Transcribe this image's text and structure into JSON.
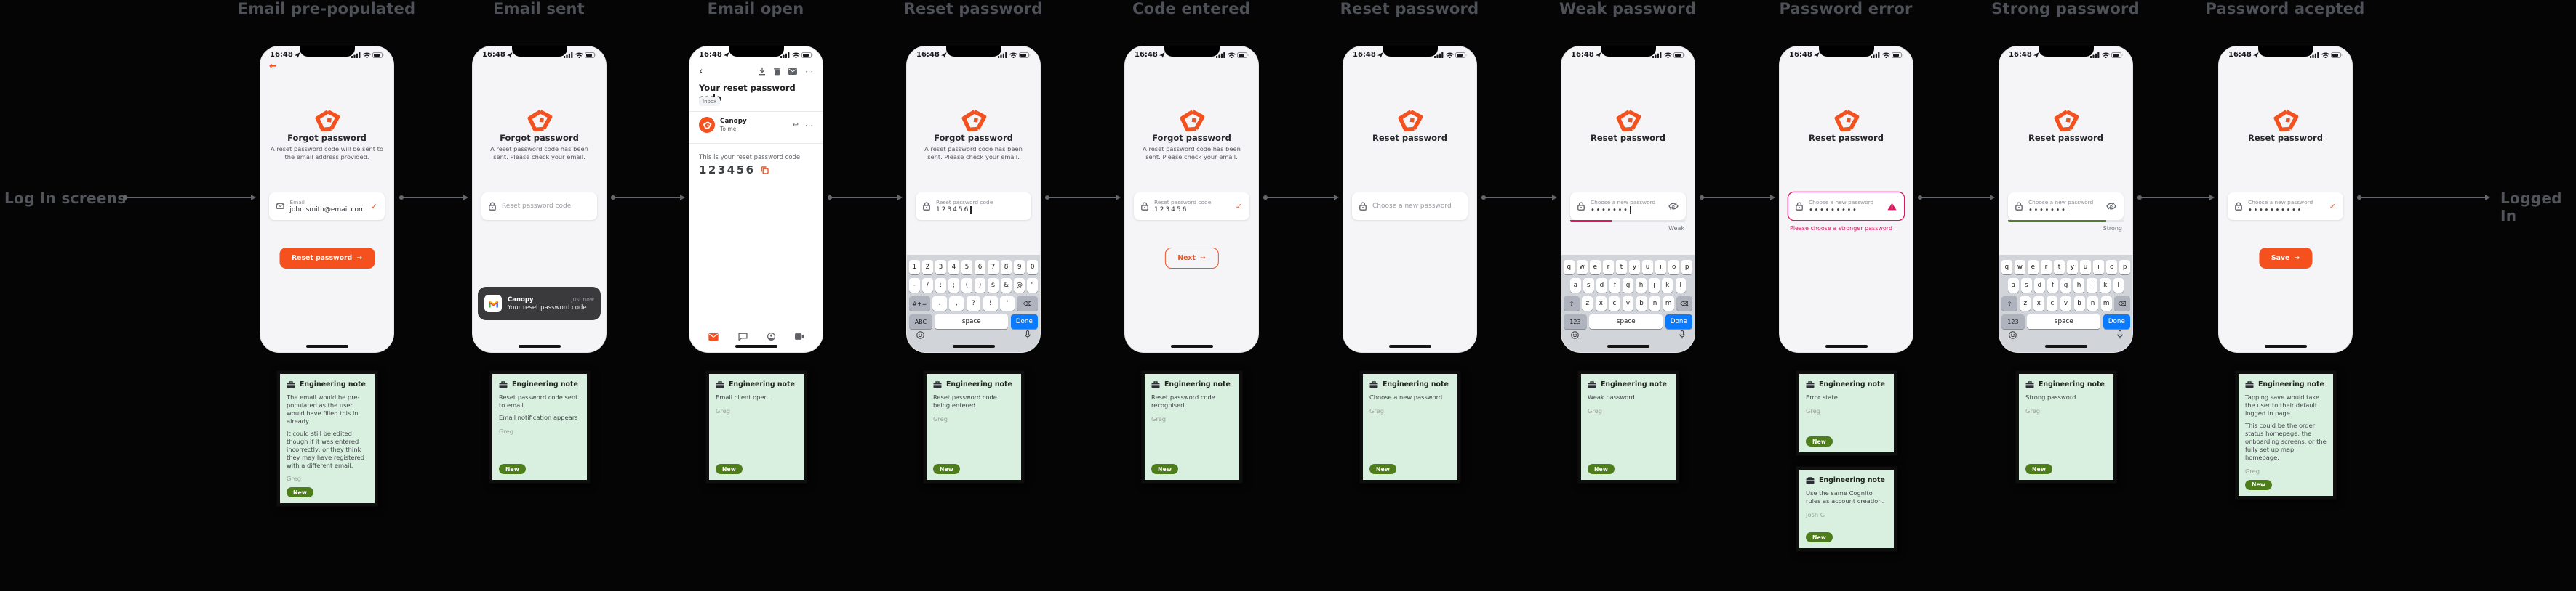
{
  "flow": {
    "left_label": "Log In screens",
    "right_label": "Logged In"
  },
  "common": {
    "status_time": "16:48",
    "note_header": "Engineering note",
    "badge_new": "New"
  },
  "icons": {
    "arrow": "→",
    "check": "✓",
    "back": "←",
    "chevron_left": "‹",
    "more": "⋯",
    "reply": "↩"
  },
  "colors": {
    "brand_orange": "#F4511E",
    "error_pink": "#D81B60",
    "strong_green": "#567D2E",
    "badge_green": "#4E7E1C",
    "note_bg": "#D9EFDF",
    "done_blue": "#0A7AFF",
    "toast_bg": "#3A3A3D"
  },
  "keyboards": {
    "symbols": {
      "rows": [
        [
          "1",
          "2",
          "3",
          "4",
          "5",
          "6",
          "7",
          "8",
          "9",
          "0"
        ],
        [
          "-",
          "/",
          ":",
          ";",
          "(",
          ")",
          "$",
          "&",
          "@",
          "\""
        ],
        [
          "#+=",
          ".",
          ",",
          "?",
          "!",
          "'",
          "⌫"
        ],
        [
          "ABC",
          "space",
          "Done"
        ]
      ]
    },
    "qwerty": {
      "rows": [
        [
          "q",
          "w",
          "e",
          "r",
          "t",
          "y",
          "u",
          "i",
          "o",
          "p"
        ],
        [
          "a",
          "s",
          "d",
          "f",
          "g",
          "h",
          "j",
          "k",
          "l"
        ],
        [
          "⇧",
          "z",
          "x",
          "c",
          "v",
          "b",
          "n",
          "m",
          "⌫"
        ],
        [
          "123",
          "space",
          "Done"
        ]
      ]
    }
  },
  "screens": [
    {
      "title": "Email pre-populated",
      "heading": "Forgot password",
      "subtitle": "A reset password code will be sent to the email address provided.",
      "field": {
        "label": "Email",
        "value": "john.smith@email.com"
      },
      "button": "Reset password",
      "notes": [
        {
          "p": [
            "The email would be pre-populated as the user would have filled this in already.",
            "It could still be edited though if it was entered incorrectly, or they think they may have registered with a different email."
          ],
          "author": "Greg"
        }
      ]
    },
    {
      "title": "Email sent",
      "heading": "Forgot password",
      "subtitle": "A reset password code has been sent. Please check your email.",
      "placeholder": "Reset password code",
      "toast": {
        "app": "Canopy",
        "time": "Just now",
        "message": "Your reset password code"
      },
      "notes": [
        {
          "p": [
            "Reset password code sent to email.",
            "Email notification appears"
          ],
          "author": "Greg"
        }
      ]
    },
    {
      "title": "Email open",
      "mail": {
        "subject": "Your reset password code",
        "chip": "Inbox",
        "sender": "Canopy",
        "to": "To me",
        "body": "This is your reset password code",
        "code": "123456"
      },
      "notes": [
        {
          "p": [
            "Email client open."
          ],
          "author": "Greg"
        }
      ]
    },
    {
      "title": "Reset password",
      "heading": "Forgot password",
      "subtitle": "A reset password code has been sent. Please check your email.",
      "field": {
        "label": "Reset password code",
        "value": "123456"
      },
      "notes": [
        {
          "p": [
            "Reset password code being entered"
          ],
          "author": "Greg"
        }
      ]
    },
    {
      "title": "Code entered",
      "heading": "Forgot password",
      "subtitle": "A reset password code has been sent. Please check your email.",
      "field": {
        "label": "Reset password code",
        "value": "123456"
      },
      "button": "Next",
      "notes": [
        {
          "p": [
            "Reset password code recognised."
          ],
          "author": "Greg"
        }
      ]
    },
    {
      "title": "Reset password",
      "heading": "Reset password",
      "placeholder": "Choose a new password",
      "notes": [
        {
          "p": [
            "Choose a new password"
          ],
          "author": "Greg"
        }
      ]
    },
    {
      "title": "Weak password",
      "heading": "Reset password",
      "field": {
        "label": "Choose a new password",
        "value": "•••••••"
      },
      "strength": {
        "label": "Weak"
      },
      "notes": [
        {
          "p": [
            "Weak password"
          ],
          "author": "Greg"
        }
      ]
    },
    {
      "title": "Password error",
      "heading": "Reset password",
      "field": {
        "label": "Choose a new password",
        "value": "•••••••••"
      },
      "error": "Please choose a stronger password",
      "notes": [
        {
          "p": [
            "Error state"
          ],
          "author": "Greg"
        },
        {
          "p": [
            "Use the same Cognito rules as account creation."
          ],
          "author": "Josh G"
        }
      ]
    },
    {
      "title": "Strong password",
      "heading": "Reset password",
      "field": {
        "label": "Choose a new password",
        "value": "•••••••"
      },
      "strength": {
        "label": "Strong"
      },
      "notes": [
        {
          "p": [
            "Strong password"
          ],
          "author": "Greg"
        }
      ]
    },
    {
      "title": "Password acepted",
      "heading": "Reset password",
      "field": {
        "label": "Choose a new password",
        "value": "••••••••••"
      },
      "button": "Save",
      "notes": [
        {
          "p": [
            "Tapping save would take the user to their default logged in page.",
            "This could be the order status homepage, the onboarding screens, or the fully set up map homepage."
          ],
          "author": "Greg"
        }
      ]
    }
  ]
}
